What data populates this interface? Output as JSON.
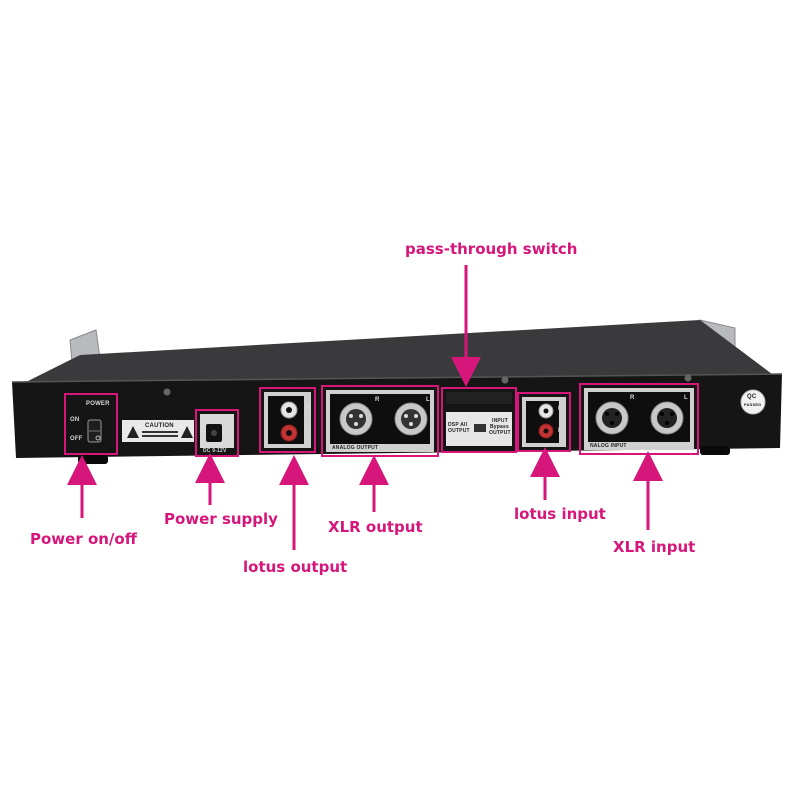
{
  "colors": {
    "accent": "#d6167a",
    "chassis": "#1a1a1a",
    "panel": "#0e0e0e",
    "chassis_top": "#3a3a3c",
    "ears": "#b9babd"
  },
  "callouts": {
    "power_on_off": "Power on/off",
    "power_supply": "Power supply",
    "lotus_output": "lotus output",
    "xlr_output": "XLR output",
    "pass_through_switch": "pass-through switch",
    "lotus_input": "lotus input",
    "xlr_input": "XLR input"
  },
  "panel_labels": {
    "power": "POWER",
    "on": "ON",
    "off": "OFF",
    "caution": "CAUTION",
    "dc_rating": "DC 9-12V",
    "analog_output": "ANALOG OUTPUT",
    "analog_input": "NALOG INPUT",
    "dsp_output": "DSP All",
    "dsp_output_2": "OUTPUT",
    "input_label": "INPUT",
    "bypass_label": "Bypass",
    "output_label": "OUTPUT",
    "r": "R",
    "l": "L",
    "qc": "QC",
    "qc_status": "PASSED"
  }
}
